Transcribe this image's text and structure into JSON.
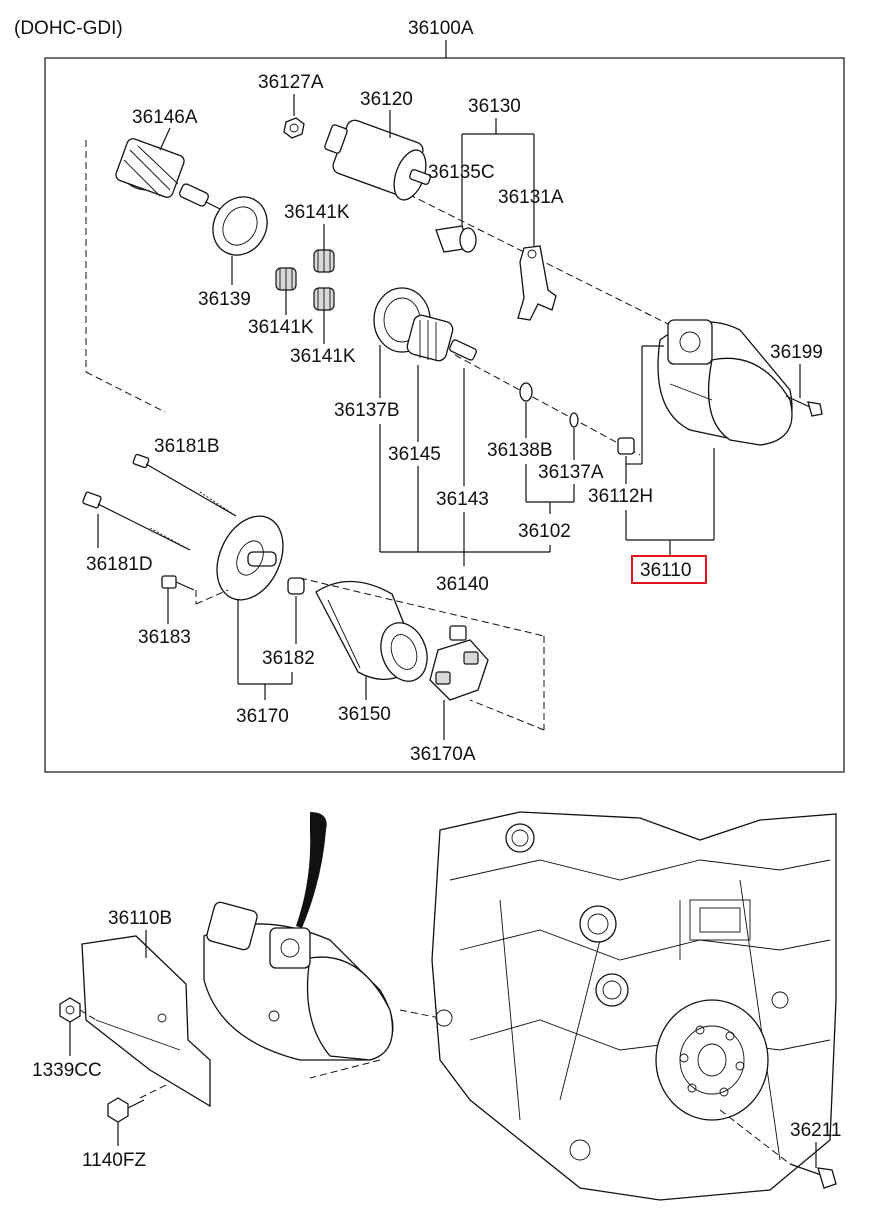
{
  "header": {
    "engine_variant": "(DOHC-GDI)",
    "assembly_code": "36100A"
  },
  "labels": {
    "p36127A": "36127A",
    "p36120": "36120",
    "p36130": "36130",
    "p36146A": "36146A",
    "p36135C": "36135C",
    "p36131A": "36131A",
    "p36141K_a": "36141K",
    "p36139": "36139",
    "p36141K_b": "36141K",
    "p36141K_c": "36141K",
    "p36199": "36199",
    "p36137B": "36137B",
    "p36145": "36145",
    "p36138B": "36138B",
    "p36137A": "36137A",
    "p36181B": "36181B",
    "p36143": "36143",
    "p36112H": "36112H",
    "p36102": "36102",
    "p36110": "36110",
    "p36181D": "36181D",
    "p36140": "36140",
    "p36183": "36183",
    "p36182": "36182",
    "p36170": "36170",
    "p36150": "36150",
    "p36170A": "36170A",
    "p36110B": "36110B",
    "p1339CC": "1339CC",
    "p1140FZ": "1140FZ",
    "p36211": "36211"
  },
  "colors": {
    "highlight": "#e0141e",
    "ink": "#111111"
  }
}
